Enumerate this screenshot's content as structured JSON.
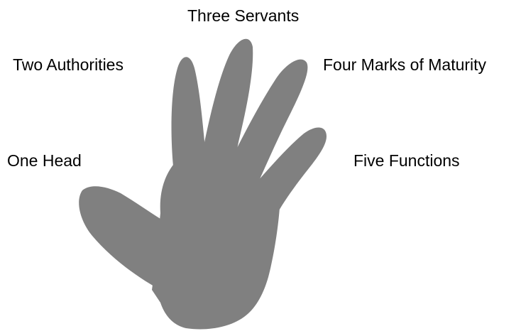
{
  "labels": {
    "top": "Three Servants",
    "upper_left": "Two Authorities",
    "upper_right": "Four Marks of Maturity",
    "lower_left": "One Head",
    "lower_right": "Five Functions"
  },
  "colors": {
    "hand_fill": "#808080",
    "background": "#ffffff",
    "text": "#000000"
  }
}
